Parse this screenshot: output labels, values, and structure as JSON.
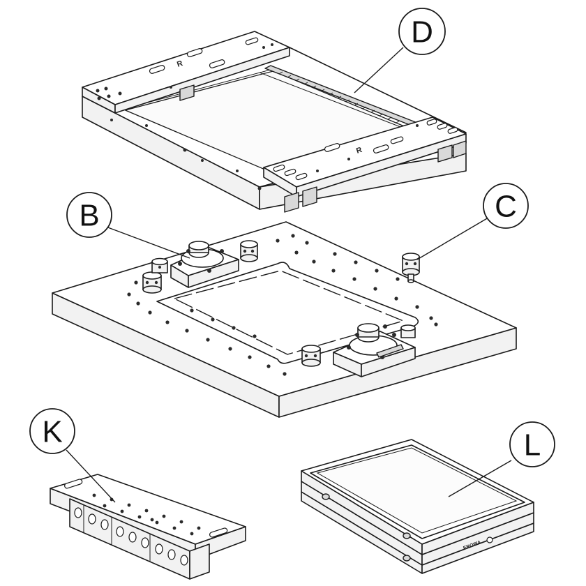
{
  "callouts": {
    "D": "D",
    "B": "B",
    "C": "C",
    "K": "K",
    "L": "L"
  },
  "logo": "EROWA"
}
